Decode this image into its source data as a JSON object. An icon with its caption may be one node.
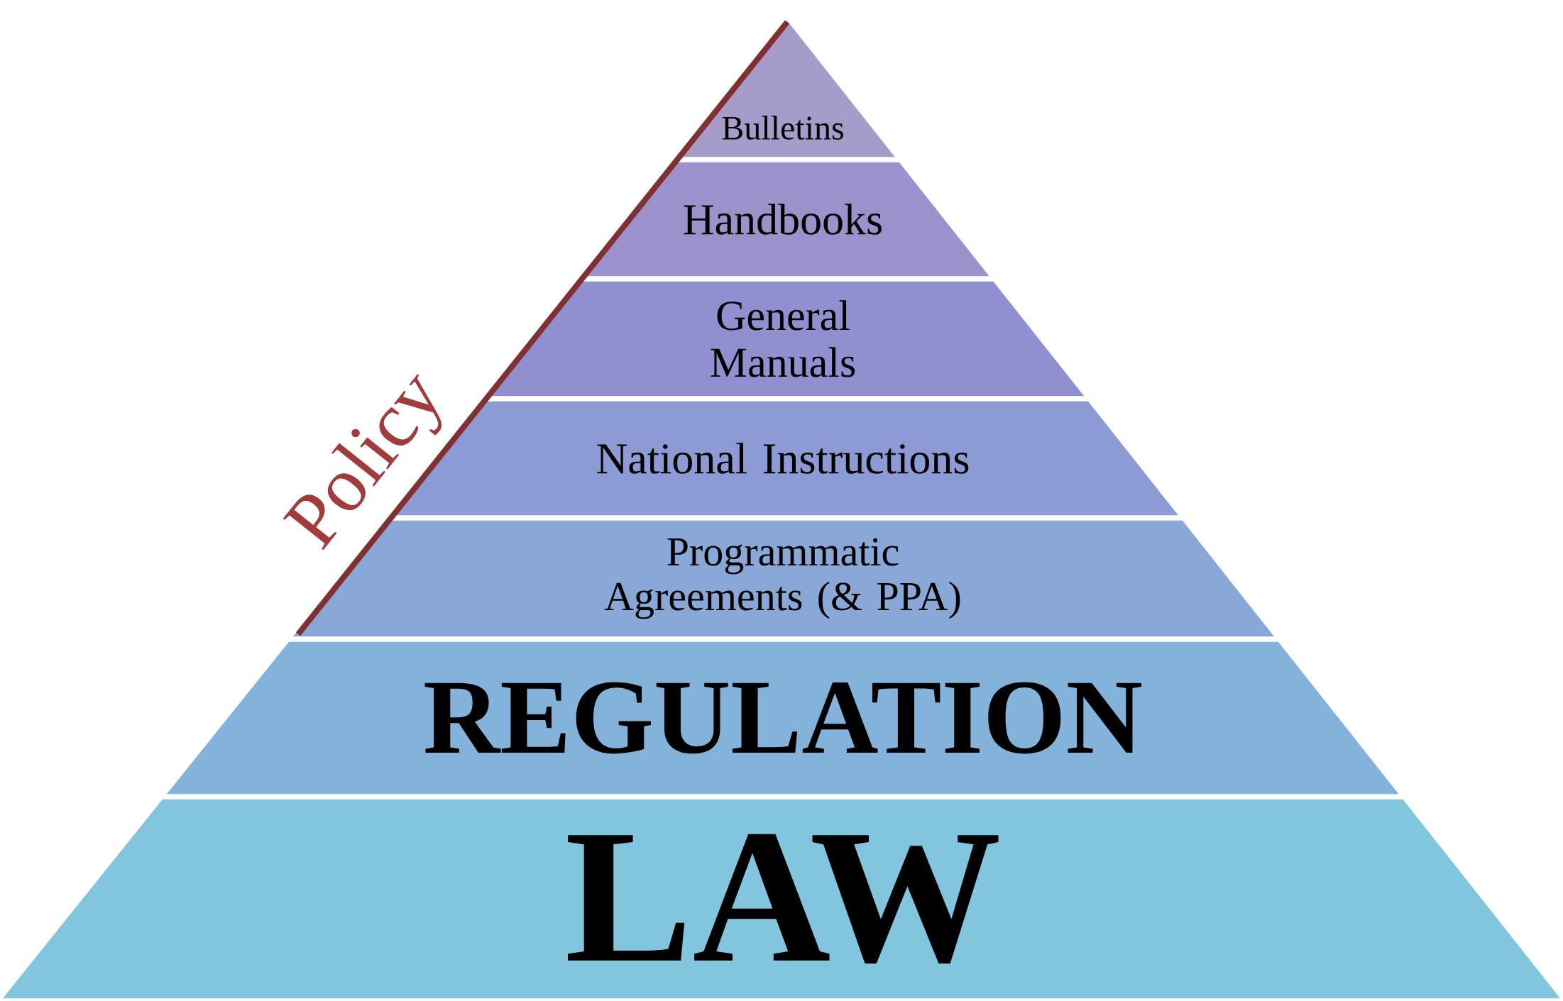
{
  "diagram": {
    "nodes": [
      {
        "text": [
          "Bulletins"
        ]
      },
      {
        "text": [
          "Handbooks"
        ]
      },
      {
        "text": [
          "General Manuals"
        ]
      },
      {
        "text": [
          "National Instructions"
        ]
      },
      {
        "text": [
          "Programmatic Agreements (& PPA)"
        ]
      },
      {
        "text": [
          "REGULATION"
        ]
      },
      {
        "text": [
          "LAW"
        ]
      }
    ],
    "labels": [
      "Policy"
    ]
  }
}
